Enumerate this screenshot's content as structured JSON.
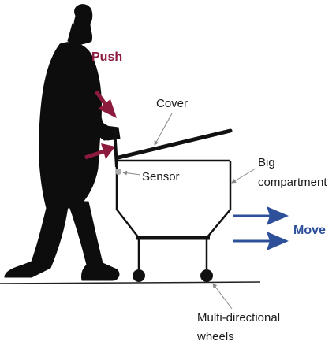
{
  "labels": {
    "push": "Push",
    "cover": "Cover",
    "sensor": "Sensor",
    "big": "Big",
    "compartment": "compartment",
    "move": "Move",
    "multi_directional": "Multi-directional",
    "wheels": "wheels"
  },
  "colors": {
    "push": "#8b1a3c",
    "move": "#2e4f9a",
    "ink": "#111111",
    "leader": "#888888"
  }
}
